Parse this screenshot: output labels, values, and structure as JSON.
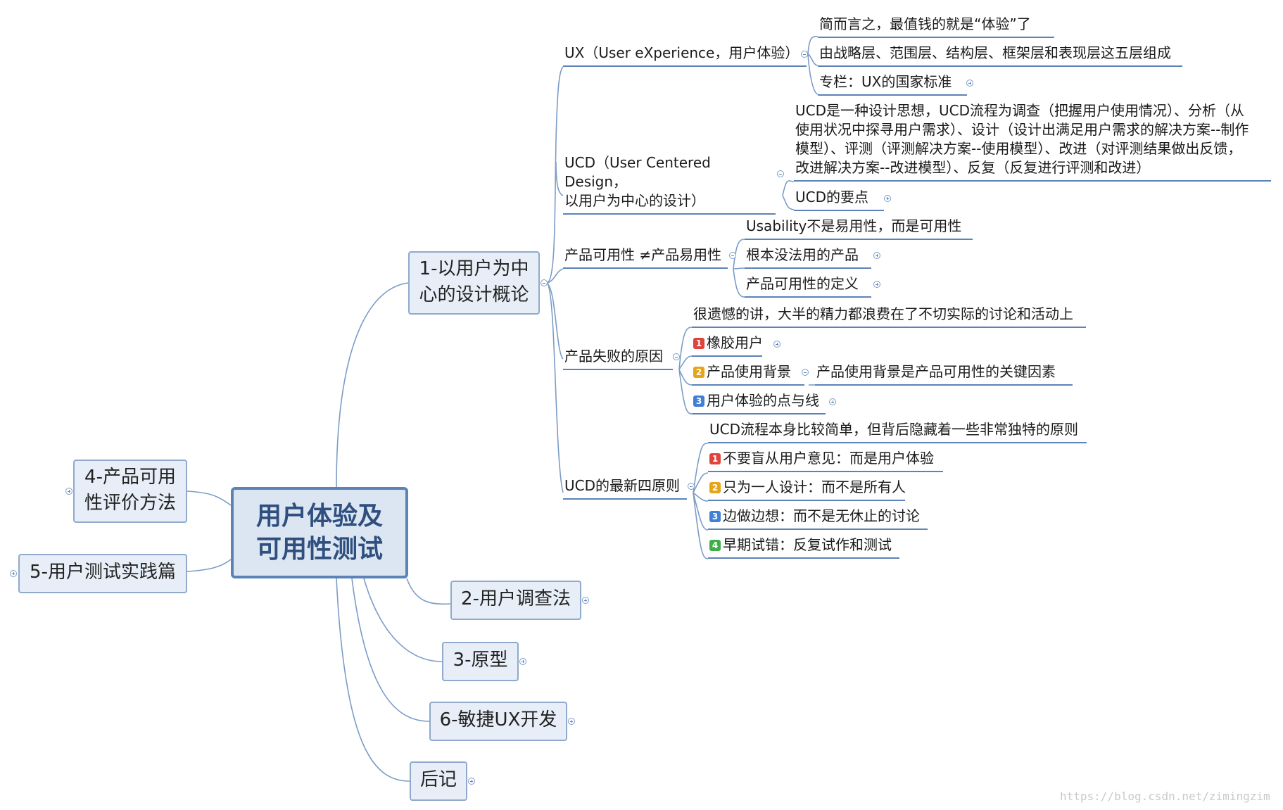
{
  "root": {
    "line1": "用户体验及",
    "line2": "可用性测试"
  },
  "branches": [
    {
      "line1": "1-以用户为中",
      "line2": "心的设计概论"
    },
    {
      "label": "2-用户调查法"
    },
    {
      "label": "3-原型"
    },
    {
      "label": "6-敏捷UX开发"
    },
    {
      "label": "后记"
    },
    {
      "line1": "4-产品可用",
      "line2": "性评价方法"
    },
    {
      "label": "5-用户测试实践篇"
    }
  ],
  "sub": {
    "ux": "UX（User eXperience，用户体验）",
    "ux_children": [
      "简而言之，最值钱的就是“体验”了",
      "由战略层、范围层、结构层、框架层和表现层这五层组成",
      "专栏：UX的国家标准"
    ],
    "ucd_line1": "UCD（User Centered Design，",
    "ucd_line2": "以用户为中心的设计）",
    "ucd_def": [
      "UCD是一种设计思想，UCD流程为调查（把握用户使用情况）、分析（从",
      "使用状况中探寻用户需求）、设计（设计出满足用户需求的解决方案--制作",
      "模型）、评测（评测解决方案--使用模型）、改进（对评测结果做出反馈，",
      "改进解决方案--改进模型）、反复（反复进行评测和改进）"
    ],
    "ucd_key": "UCD的要点",
    "usability": "产品可用性 ≠产品易用性",
    "usability_children": [
      "Usability不是易用性，而是可用性",
      "根本没法用的产品",
      "产品可用性的定义"
    ],
    "failure": "产品失败的原因",
    "failure_children": [
      "很遗憾的讲，大半的精力都浪费在了不切实际的讨论和活动上",
      "橡胶用户",
      "产品使用背景",
      "用户体验的点与线"
    ],
    "failure_context_child": "产品使用背景是产品可用性的关键因素",
    "principles": "UCD的最新四原则",
    "principles_children": [
      "UCD流程本身比较简单，但背后隐藏着一些非常独特的原则",
      "不要盲从用户意见：而是用户体验",
      "只为一人设计：而不是所有人",
      "边做边想：而不是无休止的讨论",
      "早期试错：反复试作和测试"
    ]
  },
  "badges": {
    "p1": "1",
    "p2": "2",
    "p3": "3",
    "p4": "4"
  },
  "colors": {
    "connector": "#7c9cc7",
    "box_fill": "#e7eef7",
    "root_border": "#5b83b8",
    "priority_1": "#e0433b",
    "priority_2": "#e8a317",
    "priority_3": "#3f7fd6",
    "priority_4": "#3fae49"
  },
  "watermark": "https://blog.csdn.net/zimingzim"
}
